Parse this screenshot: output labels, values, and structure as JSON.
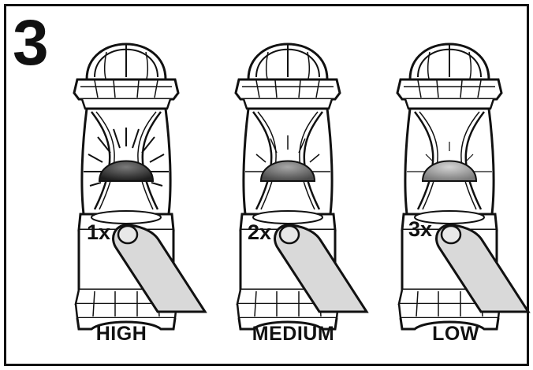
{
  "step_number": "3",
  "panels": [
    {
      "press_label": "1x",
      "mode_label": "HIGH",
      "brightness": "high"
    },
    {
      "press_label": "2x",
      "mode_label": "MEDIUM",
      "brightness": "medium"
    },
    {
      "press_label": "3x",
      "mode_label": "LOW",
      "brightness": "low"
    }
  ],
  "colors": {
    "outline": "#111111",
    "finger_fill": "#d9d9d9",
    "bulb_dark": "#444444",
    "background": "#ffffff"
  }
}
